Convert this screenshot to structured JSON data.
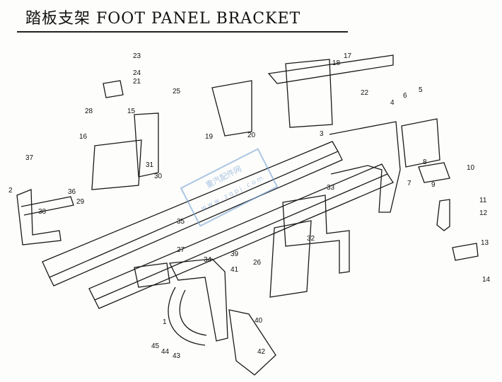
{
  "title": "踏板支架 FOOT PANEL BRACKET",
  "callouts": [
    "1",
    "2",
    "3",
    "4",
    "5",
    "6",
    "7",
    "8",
    "9",
    "10",
    "11",
    "12",
    "13",
    "14",
    "15",
    "16",
    "17",
    "18",
    "19",
    "20",
    "21",
    "22",
    "23",
    "24",
    "25",
    "26",
    "27",
    "28",
    "29",
    "30",
    "31",
    "32",
    "33",
    "34",
    "35",
    "36",
    "37",
    "38",
    "39",
    "40",
    "41",
    "42",
    "43",
    "44",
    "45"
  ],
  "watermark": {
    "line1": "重汽配件网",
    "line2": "w w w . z q p j . c o m"
  },
  "colors": {
    "ink": "#111111",
    "paper": "#fdfdfb",
    "watermark": "#7ea8d8"
  }
}
